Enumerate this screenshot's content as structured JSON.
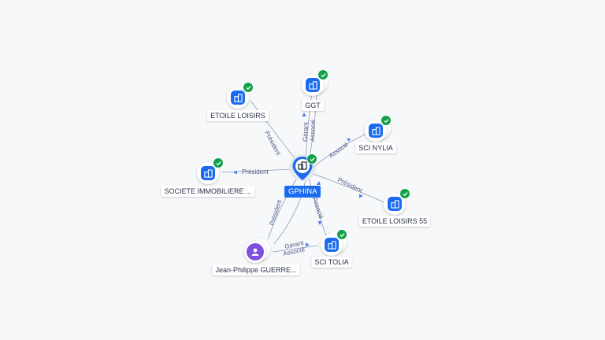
{
  "center": {
    "label": "GPHINA",
    "icon": "building-icon",
    "verified": true
  },
  "nodes": [
    {
      "key": "etoile-loisirs",
      "label": "ETOILE LOISIRS",
      "kind": "company",
      "icon": "building-icon",
      "verified": true
    },
    {
      "key": "ggt",
      "label": "GGT",
      "kind": "company",
      "icon": "building-icon",
      "verified": true
    },
    {
      "key": "sci-nylia",
      "label": "SCI NYLIA",
      "kind": "company",
      "icon": "building-icon",
      "verified": true
    },
    {
      "key": "societe-immobiliere",
      "label": "SOCIETE IMMOBILIERE ...",
      "kind": "company",
      "icon": "building-icon",
      "verified": true
    },
    {
      "key": "etoile-loisirs-55",
      "label": "ETOILE LOISIRS 55",
      "kind": "company",
      "icon": "building-icon",
      "verified": true
    },
    {
      "key": "sci-tolia",
      "label": "SCI TOLIA",
      "kind": "company",
      "icon": "building-icon",
      "verified": true
    },
    {
      "key": "jean-philippe",
      "label": "Jean-Philippe GUERRE...",
      "kind": "person",
      "icon": "person-icon",
      "verified": false
    }
  ],
  "edges": [
    {
      "from": "gphina",
      "to": "etoile-loisirs",
      "labels": [
        "Président"
      ]
    },
    {
      "from": "gphina",
      "to": "ggt",
      "labels": [
        "Gérant",
        "Associé"
      ]
    },
    {
      "from": "gphina",
      "to": "sci-nylia",
      "labels": [
        "Associé"
      ]
    },
    {
      "from": "gphina",
      "to": "societe-immobiliere",
      "labels": [
        "Président"
      ]
    },
    {
      "from": "gphina",
      "to": "etoile-loisirs-55",
      "labels": [
        "Président"
      ]
    },
    {
      "from": "gphina",
      "to": "sci-tolia",
      "labels": [
        "Associé"
      ]
    },
    {
      "from": "jean-philippe",
      "to": "gphina",
      "labels": [
        "Président"
      ]
    },
    {
      "from": "jean-philippe",
      "to": "sci-tolia",
      "labels": [
        "Gérant",
        "Associé"
      ]
    }
  ],
  "colors": {
    "company": "#1a6bf0",
    "person": "#7b4fe0",
    "verified": "#13a04a",
    "edge": "#8f9ab8",
    "edge_label": "#4c5b86"
  }
}
